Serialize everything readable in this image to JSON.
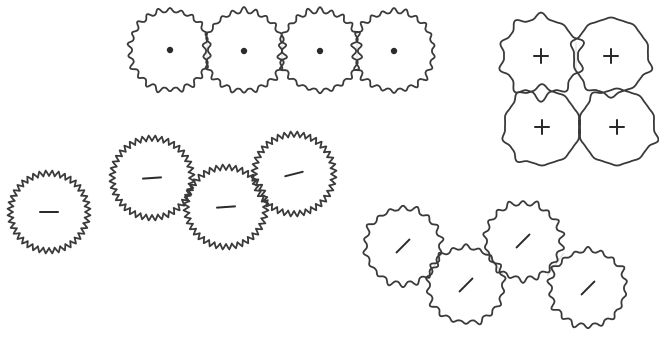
{
  "clusters": [
    {
      "id": "dot-chain",
      "edge": "small-bumps",
      "mark": "dot",
      "bumps": 22,
      "particles": [
        {},
        {},
        {},
        {}
      ]
    },
    {
      "id": "plus-square",
      "edge": "lobes",
      "mark": "plus",
      "bumps": 10,
      "particles": [
        {},
        {},
        {},
        {}
      ]
    },
    {
      "id": "single-dash",
      "edge": "dense-fringe",
      "mark": "dash",
      "bumps": 40,
      "particles": [
        {}
      ]
    },
    {
      "id": "dash-triangle",
      "edge": "dense-fringe",
      "mark": "dash",
      "bumps": 40,
      "particles": [
        {},
        {},
        {}
      ]
    },
    {
      "id": "slash-zigzag",
      "edge": "small-bumps",
      "mark": "slash",
      "bumps": 18,
      "particles": [
        {},
        {},
        {},
        {}
      ]
    }
  ]
}
